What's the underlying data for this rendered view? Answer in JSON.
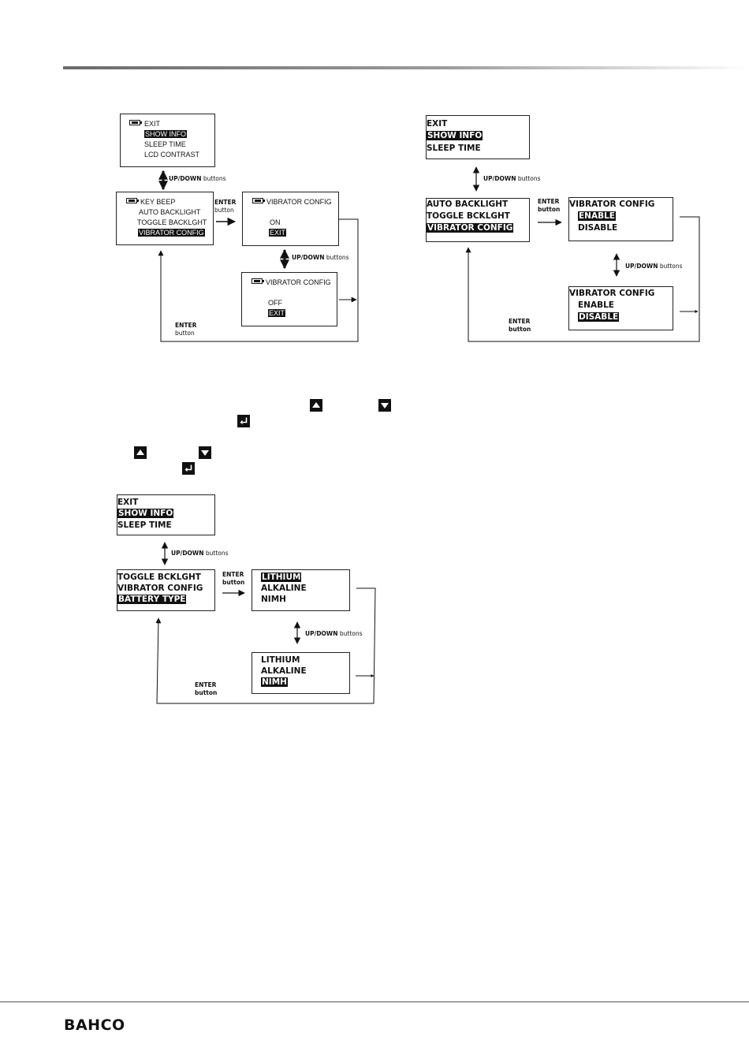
{
  "brand": {
    "logo_text": "BAHCO"
  },
  "labels": {
    "updown_bold": "UP/DOWN",
    "updown_rest": " buttons",
    "enter": "ENTER",
    "button": "button"
  },
  "diagram_a": {
    "main_menu": [
      "EXIT",
      "SHOW INFO",
      "SLEEP TIME",
      "LCD CONTRAST"
    ],
    "sub_menu": [
      "KEY BEEP",
      "AUTO BACKLIGHT",
      "TOGGLE BACKLGHT",
      "VIBRATOR CONFIG"
    ],
    "vib_on": {
      "title": "VIBRATOR CONFIG",
      "option": "ON",
      "exit": "EXIT"
    },
    "vib_off": {
      "title": "VIBRATOR CONFIG",
      "option": "OFF",
      "exit": "EXIT"
    }
  },
  "diagram_b": {
    "main_menu": [
      "EXIT",
      "SHOW INFO",
      "SLEEP TIME"
    ],
    "sub_menu": [
      "AUTO BACKLIGHT",
      "TOGGLE BCKLGHT",
      "VIBRATOR CONFIG"
    ],
    "vib_enable": {
      "title": "VIBRATOR CONFIG",
      "options": [
        "ENABLE",
        "DISABLE"
      ]
    },
    "vib_disable": {
      "title": "VIBRATOR CONFIG",
      "options": [
        "ENABLE",
        "DISABLE"
      ]
    }
  },
  "diagram_c": {
    "main_menu": [
      "EXIT",
      "SHOW INFO",
      "SLEEP TIME"
    ],
    "sub_menu": [
      "TOGGLE BCKLGHT",
      "VIBRATOR CONFIG",
      "BATTERY TYPE"
    ],
    "battery_a": [
      "LITHIUM",
      "ALKALINE",
      "NIMH"
    ],
    "battery_b": [
      "LITHIUM",
      "ALKALINE",
      "NIMH"
    ]
  },
  "icons": [
    "up-arrow-key-icon",
    "down-arrow-key-icon",
    "enter-key-icon",
    "battery-icon"
  ]
}
